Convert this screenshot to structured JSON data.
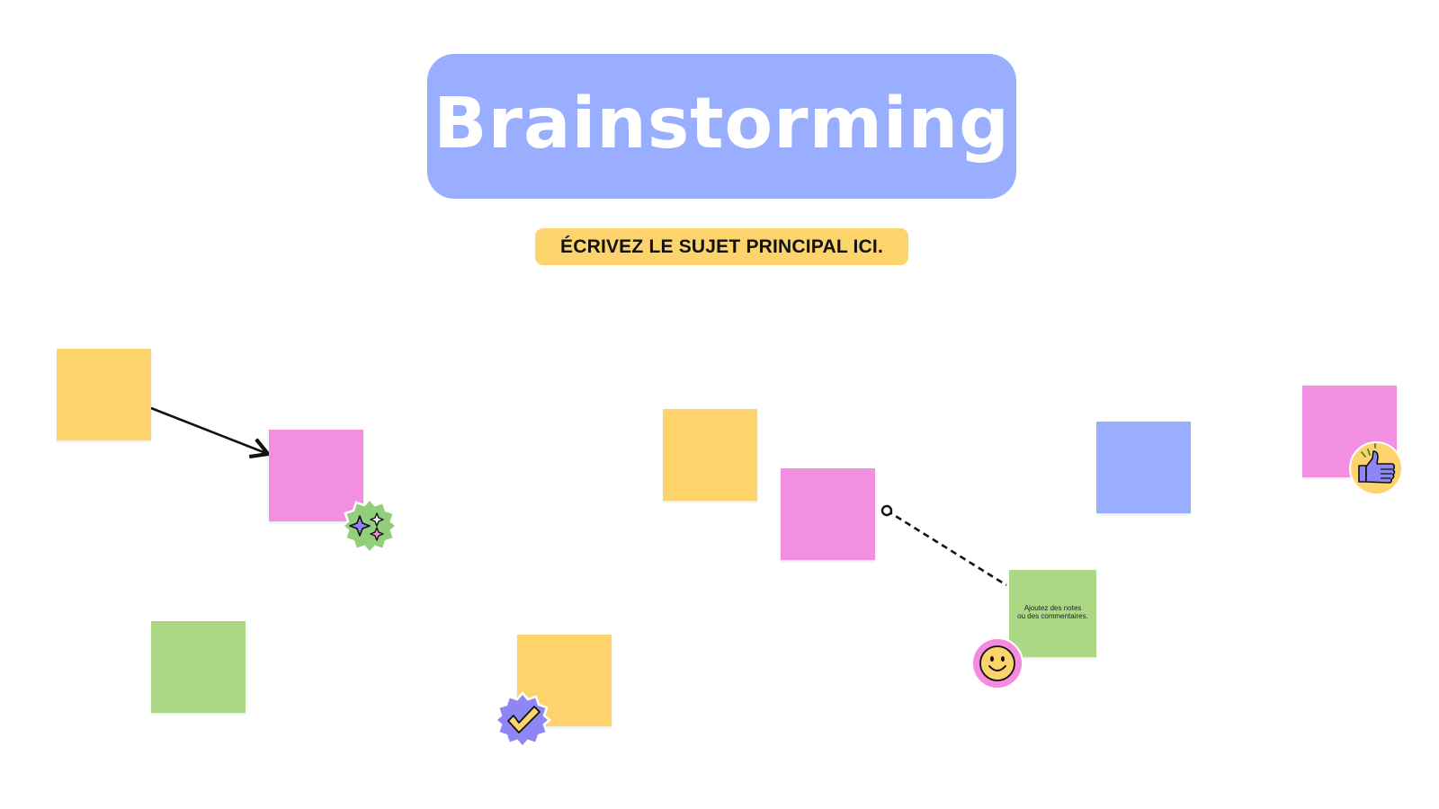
{
  "header": {
    "title": "Brainstorming",
    "subtitle": "ÉCRIVEZ LE SUJET PRINCIPAL ICI."
  },
  "colors": {
    "title_bg": "#9aaeff",
    "subtitle_bg": "#fdd46b",
    "note_yellow": "#fdd46b",
    "note_pink": "#f28fe0",
    "note_green": "#acd886",
    "note_blue": "#9aaeff",
    "sticker_green": "#93cf7b",
    "sticker_purple": "#8f86f5",
    "sticker_yellow": "#fdd46b",
    "sticker_pink": "#f48be0"
  },
  "notes": [
    {
      "id": "note-1",
      "color": "yellow",
      "text": ""
    },
    {
      "id": "note-2",
      "color": "pink",
      "text": ""
    },
    {
      "id": "note-3",
      "color": "green",
      "text": ""
    },
    {
      "id": "note-4",
      "color": "yellow",
      "text": ""
    },
    {
      "id": "note-5",
      "color": "yellow",
      "text": ""
    },
    {
      "id": "note-6",
      "color": "pink",
      "text": ""
    },
    {
      "id": "note-7",
      "color": "blue",
      "text": ""
    },
    {
      "id": "note-8",
      "color": "green",
      "text": "Ajoutez des notes\nou des commentaires."
    },
    {
      "id": "note-9",
      "color": "pink",
      "text": ""
    }
  ],
  "stickers": [
    {
      "name": "sparkles-icon"
    },
    {
      "name": "checkmark-icon"
    },
    {
      "name": "smiley-face-icon"
    },
    {
      "name": "thumbs-up-icon"
    }
  ],
  "connectors": [
    {
      "name": "arrow-connector",
      "style": "solid"
    },
    {
      "name": "dashed-connector",
      "style": "dashed"
    }
  ]
}
